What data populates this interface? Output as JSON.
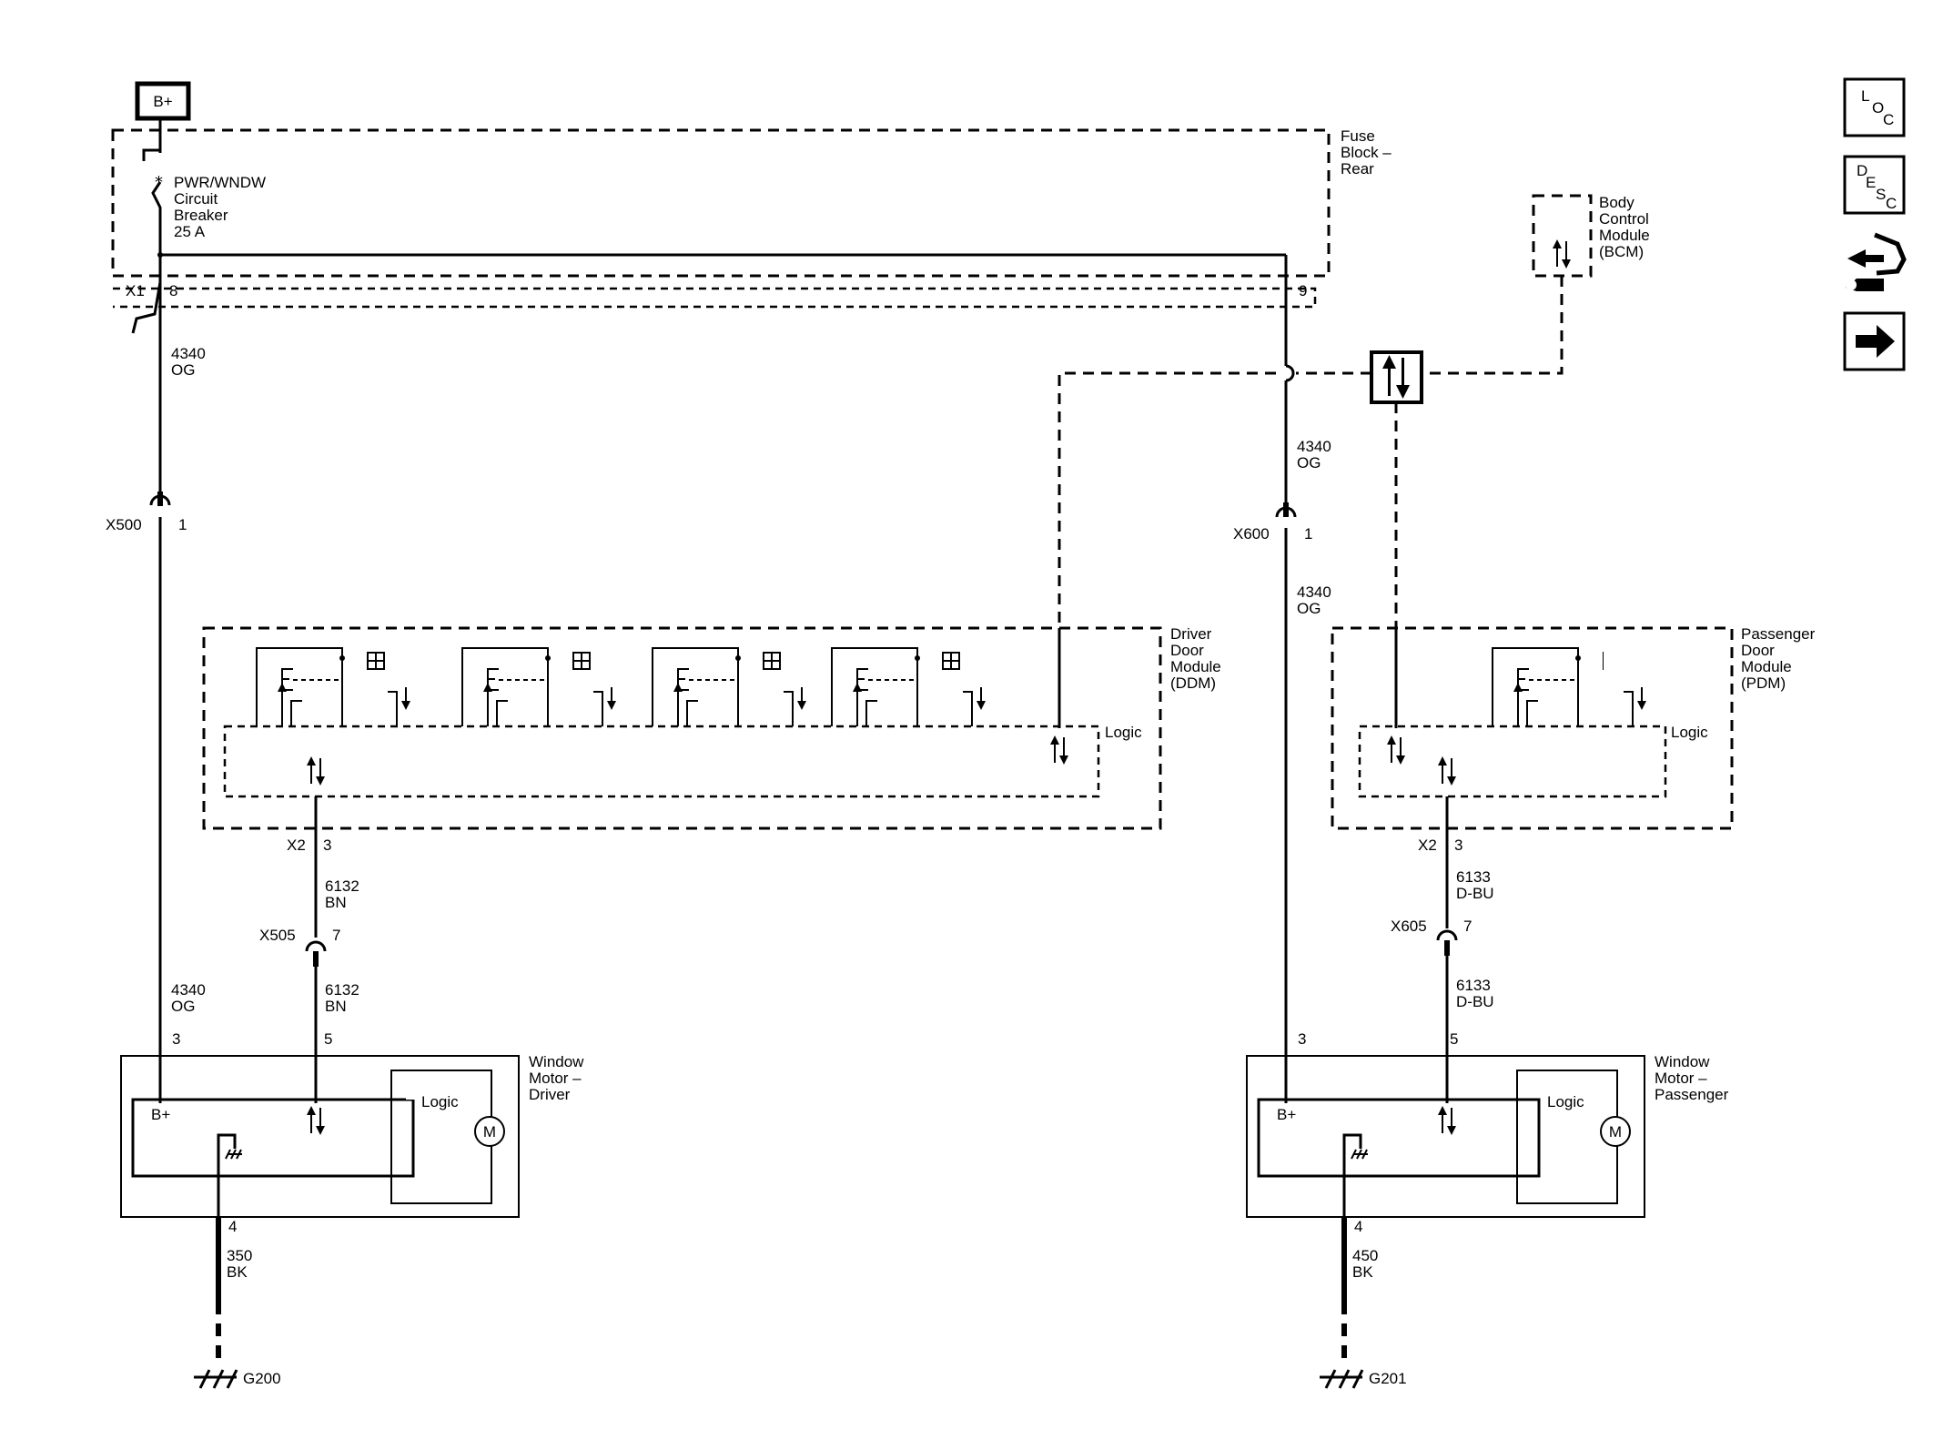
{
  "power": {
    "label": "B+"
  },
  "fuse_block": {
    "title": [
      "Fuse",
      "Block –",
      "Rear"
    ],
    "breaker": [
      "PWR/WNDW",
      "Circuit",
      "Breaker",
      "25 A"
    ],
    "conn": "X1",
    "pin_left": "8",
    "pin_right": "9"
  },
  "bcm": {
    "title": [
      "Body",
      "Control",
      "Module",
      "(BCM)"
    ]
  },
  "wires": {
    "w4340_top": [
      "4340",
      "OG"
    ],
    "w4340_right_upper": [
      "4340",
      "OG"
    ],
    "w4340_right_lower": [
      "4340",
      "OG"
    ],
    "w4340_left_lower": [
      "4340",
      "OG"
    ],
    "w6132_upper": [
      "6132",
      "BN"
    ],
    "w6132_lower": [
      "6132",
      "BN"
    ],
    "w6133_upper": [
      "6133",
      "D-BU"
    ],
    "w6133_lower": [
      "6133",
      "D-BU"
    ],
    "w350": [
      "350",
      "BK"
    ],
    "w450": [
      "450",
      "BK"
    ]
  },
  "connectors": {
    "x500": {
      "name": "X500",
      "pin": "1"
    },
    "x600": {
      "name": "X600",
      "pin": "1"
    },
    "x505": {
      "name": "X505",
      "pin": "7"
    },
    "x605": {
      "name": "X605",
      "pin": "7"
    },
    "ddm_x2": {
      "name": "X2",
      "pin": "3"
    },
    "pdm_x2": {
      "name": "X2",
      "pin": "3"
    }
  },
  "ddm": {
    "title": [
      "Driver",
      "Door",
      "Module",
      "(DDM)"
    ],
    "logic": "Logic"
  },
  "pdm": {
    "title": [
      "Passenger",
      "Door",
      "Module",
      "(PDM)"
    ],
    "logic": "Logic"
  },
  "motor_driver": {
    "title": [
      "Window",
      "Motor –",
      "Driver"
    ],
    "bplus": "B+",
    "logic": "Logic",
    "motor": "M",
    "pin_bplus": "3",
    "pin_data": "5",
    "pin_gnd": "4"
  },
  "motor_pass": {
    "title": [
      "Window",
      "Motor –",
      "Passenger"
    ],
    "bplus": "B+",
    "logic": "Logic",
    "motor": "M",
    "pin_bplus": "3",
    "pin_data": "5",
    "pin_gnd": "4"
  },
  "grounds": {
    "g200": "G200",
    "g201": "G201"
  },
  "nav": {
    "loc": [
      "L",
      "O",
      "C"
    ],
    "desc": [
      "D",
      "E",
      "S",
      "C"
    ],
    "icons": [
      "loc-icon",
      "desc-icon",
      "connector-tool-icon",
      "next-arrow-icon"
    ]
  }
}
